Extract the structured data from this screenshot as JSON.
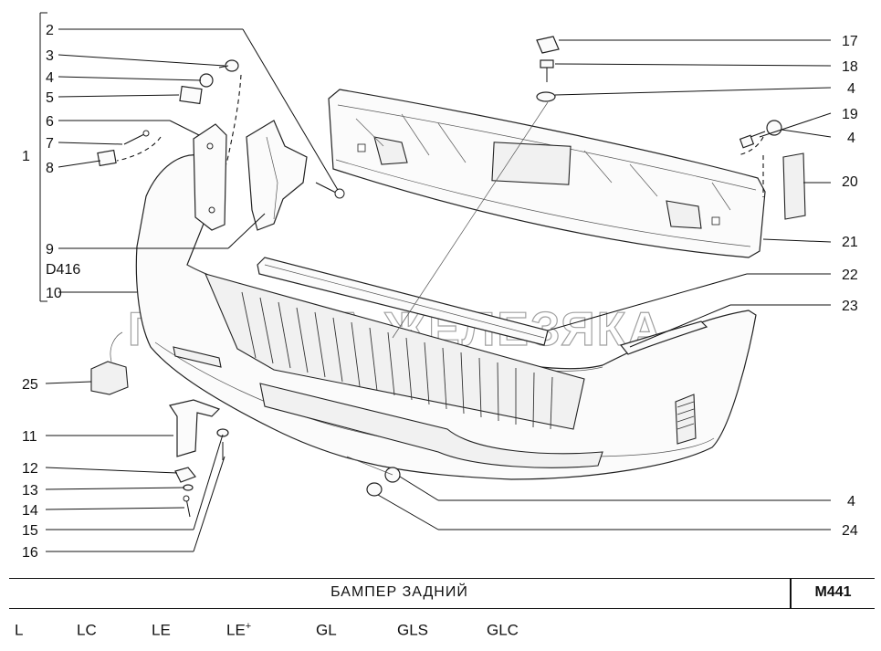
{
  "title": "БАМПЕР   ЗАДНИЙ",
  "code": "M441",
  "watermark": "ПЛАНЕТА ЖЕЛЕЗЯКА",
  "group_label": "1",
  "variant_label": "D416",
  "callouts_left": [
    "2",
    "3",
    "4",
    "5",
    "6",
    "7",
    "8",
    "9",
    "10",
    "25",
    "11",
    "12",
    "13",
    "14",
    "15",
    "16"
  ],
  "callouts_right": [
    "17",
    "18",
    "4",
    "19",
    "4",
    "20",
    "21",
    "22",
    "23",
    "4",
    "24"
  ],
  "trims": [
    {
      "label": "L",
      "sup": ""
    },
    {
      "label": "LC",
      "sup": ""
    },
    {
      "label": "LE",
      "sup": ""
    },
    {
      "label": "LE",
      "sup": "+"
    },
    {
      "label": "GL",
      "sup": ""
    },
    {
      "label": "GLS",
      "sup": ""
    },
    {
      "label": "GLC",
      "sup": ""
    }
  ]
}
